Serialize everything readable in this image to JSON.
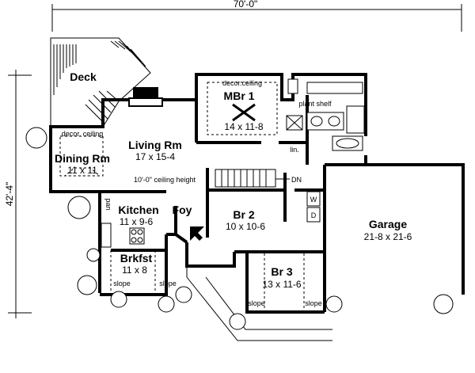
{
  "dimensions": {
    "width": "70'-0\"",
    "depth": "42'-4\""
  },
  "rooms": {
    "deck": {
      "name": "Deck"
    },
    "living": {
      "name": "Living Rm",
      "size": "17 x 15-4",
      "note": "10'-0\" ceiling height"
    },
    "dining": {
      "name": "Dining Rm",
      "size": "11 x 11",
      "note": "decor. ceiling"
    },
    "mbr": {
      "name": "MBr 1",
      "size": "14 x 11-8",
      "note": "decor.ceiling"
    },
    "kitchen": {
      "name": "Kitchen",
      "size": "11 x 9-6"
    },
    "foyer": {
      "name": "Foy"
    },
    "br2": {
      "name": "Br 2",
      "size": "10 x 10-6"
    },
    "br3": {
      "name": "Br 3",
      "size": "13 x 11-6"
    },
    "brkfst": {
      "name": "Brkfst",
      "size": "11 x 8"
    },
    "garage": {
      "name": "Garage",
      "size": "21-8 x 21-6"
    }
  },
  "labels": {
    "plant_shelf": "plant shelf",
    "linen": "lin.",
    "pantry": "pan",
    "stair_down": "DN",
    "washer": "W",
    "dryer": "D",
    "slope": "slope"
  }
}
